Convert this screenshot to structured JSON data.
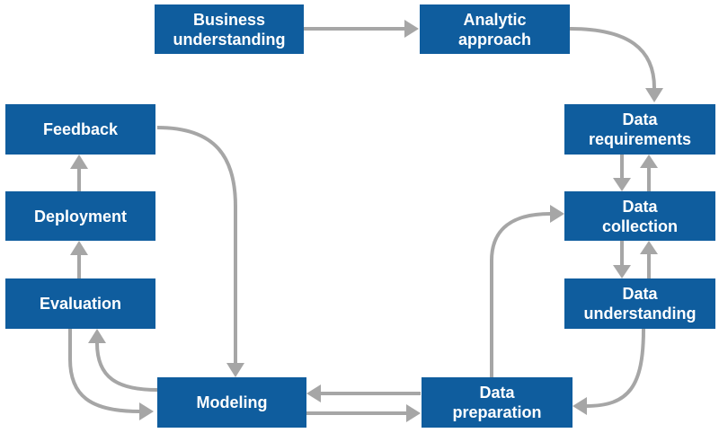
{
  "nodes": {
    "business_understanding": "Business\nunderstanding",
    "analytic_approach": "Analytic\napproach",
    "data_requirements": "Data\nrequirements",
    "data_collection": "Data\ncollection",
    "data_understanding": "Data\nunderstanding",
    "data_preparation": "Data\npreparation",
    "modeling": "Modeling",
    "evaluation": "Evaluation",
    "deployment": "Deployment",
    "feedback": "Feedback"
  },
  "colors": {
    "box_fill": "#0f5d9e",
    "box_text": "#ffffff",
    "arrow": "#a6a6a6"
  }
}
